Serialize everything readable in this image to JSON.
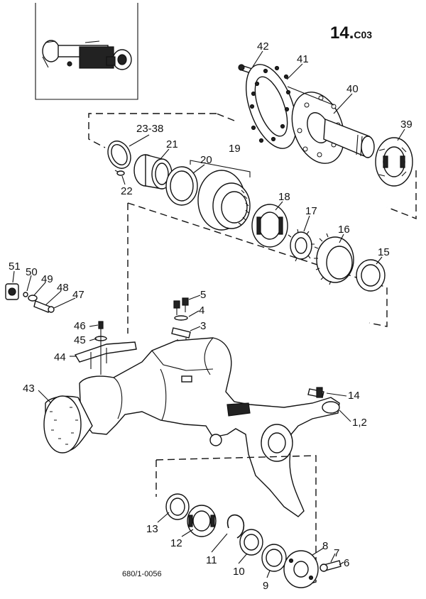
{
  "page_code": {
    "number": "14.",
    "suffix": "C03"
  },
  "reference": "680/1-0056",
  "callouts": [
    {
      "id": "42",
      "text": "42"
    },
    {
      "id": "41",
      "text": "41"
    },
    {
      "id": "40",
      "text": "40"
    },
    {
      "id": "39",
      "text": "39"
    },
    {
      "id": "23-38",
      "text": "23-38"
    },
    {
      "id": "21",
      "text": "21"
    },
    {
      "id": "22",
      "text": "22"
    },
    {
      "id": "20",
      "text": "20"
    },
    {
      "id": "19",
      "text": "19"
    },
    {
      "id": "18",
      "text": "18"
    },
    {
      "id": "17",
      "text": "17"
    },
    {
      "id": "16",
      "text": "16"
    },
    {
      "id": "15",
      "text": "15"
    },
    {
      "id": "51",
      "text": "51"
    },
    {
      "id": "50",
      "text": "50"
    },
    {
      "id": "49",
      "text": "49"
    },
    {
      "id": "48",
      "text": "48"
    },
    {
      "id": "47",
      "text": "47"
    },
    {
      "id": "5",
      "text": "5"
    },
    {
      "id": "4",
      "text": "4"
    },
    {
      "id": "3",
      "text": "3"
    },
    {
      "id": "46",
      "text": "46"
    },
    {
      "id": "45",
      "text": "45"
    },
    {
      "id": "44",
      "text": "44"
    },
    {
      "id": "43",
      "text": "43"
    },
    {
      "id": "14",
      "text": "14"
    },
    {
      "id": "1,2",
      "text": "1,2"
    },
    {
      "id": "13",
      "text": "13"
    },
    {
      "id": "12",
      "text": "12"
    },
    {
      "id": "11",
      "text": "11"
    },
    {
      "id": "10",
      "text": "10"
    },
    {
      "id": "9",
      "text": "9"
    },
    {
      "id": "8",
      "text": "8"
    },
    {
      "id": "7",
      "text": "7"
    },
    {
      "id": "6",
      "text": "6"
    }
  ]
}
